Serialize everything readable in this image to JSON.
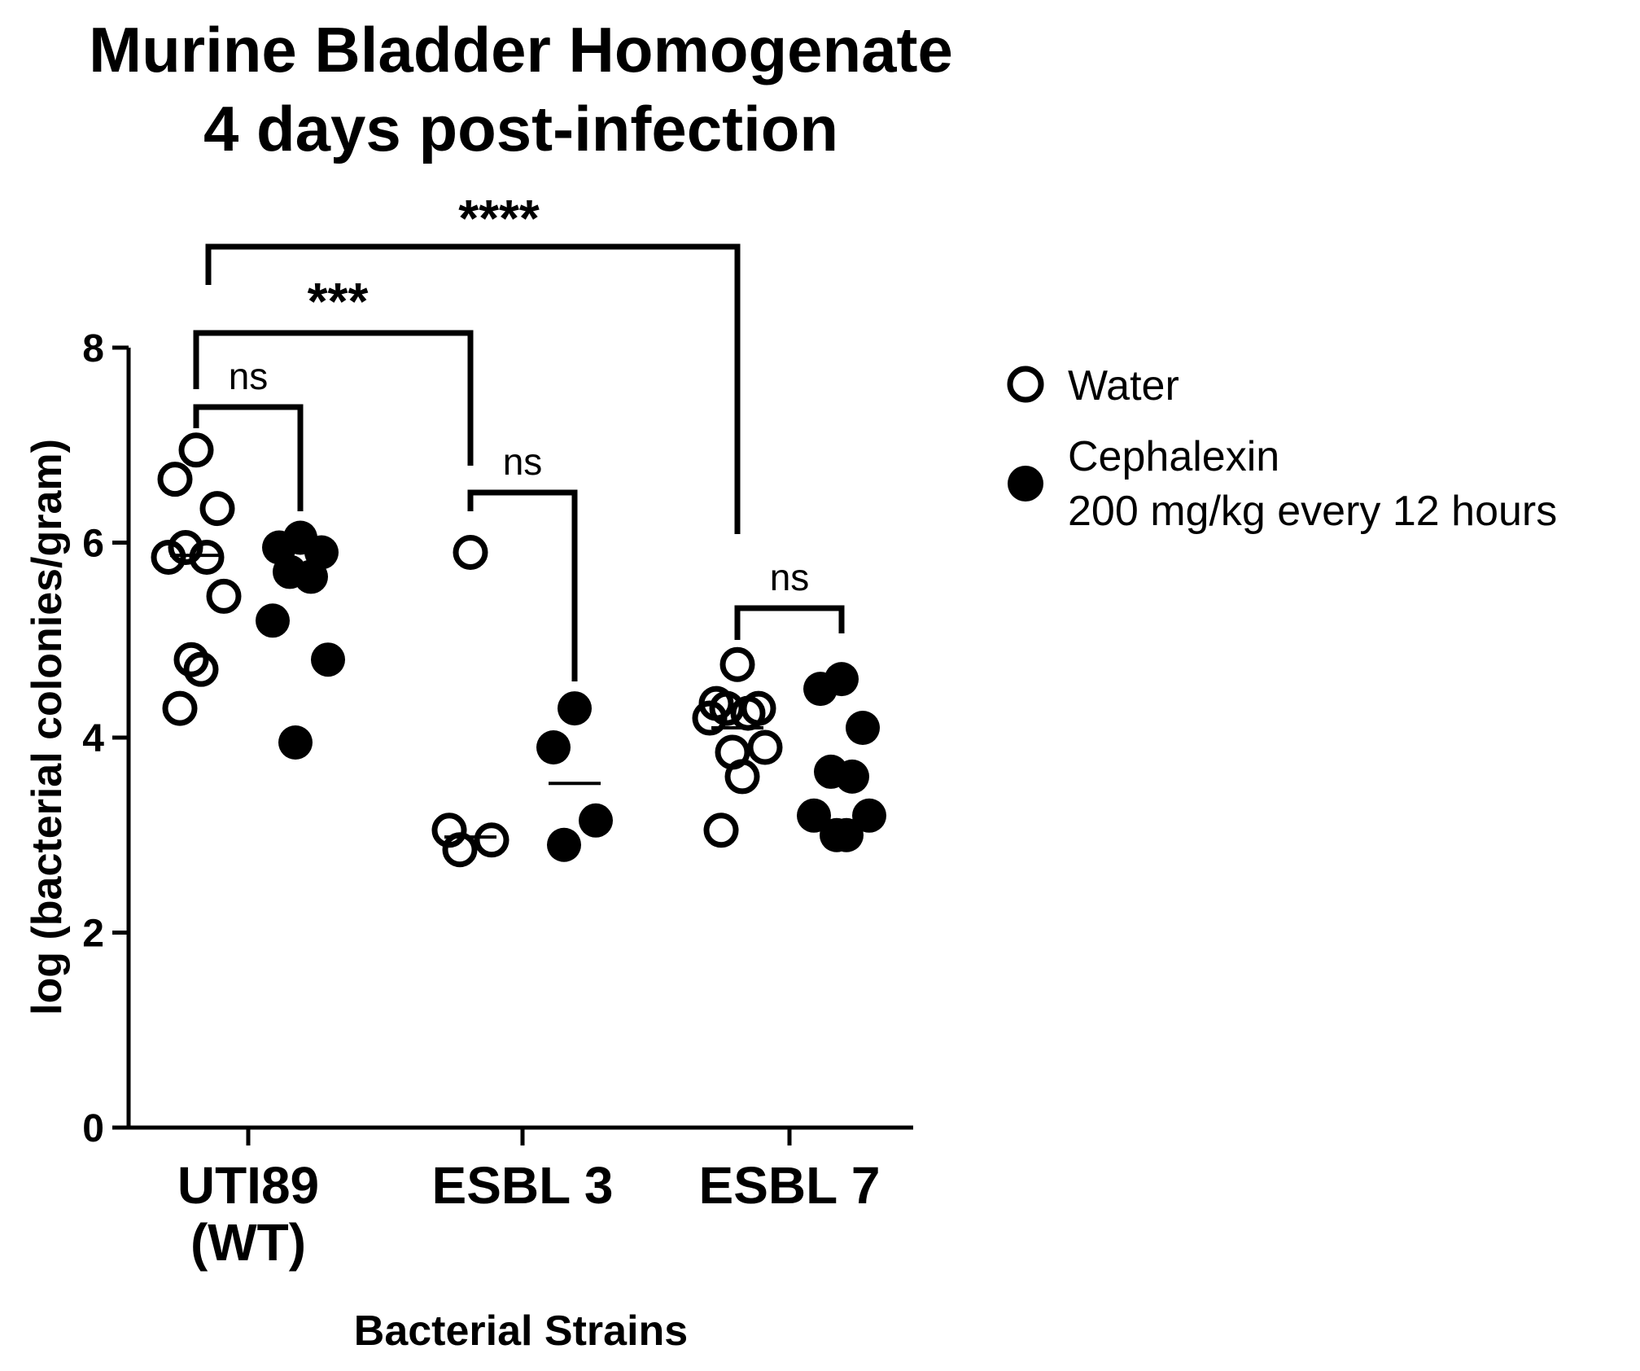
{
  "chart_data": {
    "type": "scatter",
    "title": [
      "Murine Bladder Homogenate",
      "4 days post-infection"
    ],
    "xlabel": "Bacterial Strains",
    "ylabel": "log  (bacterial colonies/gram)",
    "ylim": [
      0,
      8
    ],
    "yticks": [
      0,
      2,
      4,
      6,
      8
    ],
    "ytick_labels": [
      "0",
      "2",
      "4",
      "6",
      "8"
    ],
    "categories": [
      {
        "lines": [
          "UTI89",
          "(WT)"
        ]
      },
      {
        "lines": [
          "ESBL 3"
        ]
      },
      {
        "lines": [
          "ESBL 7"
        ]
      }
    ],
    "series": [
      {
        "name": "Water",
        "marker": "open-circle",
        "groups": [
          {
            "category": 0,
            "values": [
              6.95,
              6.65,
              6.35,
              5.95,
              5.85,
              5.85,
              5.45,
              4.8,
              4.7,
              4.3
            ],
            "mean": 5.87
          },
          {
            "category": 1,
            "values": [
              5.9,
              3.05,
              2.95,
              2.85
            ],
            "mean": 2.98
          },
          {
            "category": 2,
            "values": [
              4.75,
              4.35,
              4.3,
              4.3,
              4.25,
              4.2,
              3.9,
              3.85,
              3.6,
              3.05
            ],
            "mean": 4.1
          }
        ]
      },
      {
        "name": "Cephalexin",
        "name_line2": "200 mg/kg every 12 hours",
        "marker": "filled-circle",
        "groups": [
          {
            "category": 0,
            "values": [
              6.05,
              5.95,
              5.9,
              5.7,
              5.65,
              5.2,
              4.8,
              3.95
            ],
            "mean": 5.68
          },
          {
            "category": 1,
            "values": [
              4.3,
              3.9,
              3.15,
              2.9
            ],
            "mean": 3.53
          },
          {
            "category": 2,
            "values": [
              4.6,
              4.5,
              4.1,
              3.65,
              3.6,
              3.2,
              3.2,
              3.0,
              3.0
            ],
            "mean": 3.66
          }
        ]
      }
    ],
    "legend_placement": "right",
    "grid": false,
    "significance": [
      {
        "label": "ns",
        "from": "UTI89 Water",
        "to": "UTI89 Cephalexin"
      },
      {
        "label": "ns",
        "from": "ESBL 3 Water",
        "to": "ESBL 3 Cephalexin"
      },
      {
        "label": "ns",
        "from": "ESBL 7 Water",
        "to": "ESBL 7 Cephalexin"
      },
      {
        "label": "***",
        "from": "UTI89 Water",
        "to": "ESBL 3 Water"
      },
      {
        "label": "****",
        "from": "UTI89 Water",
        "to": "ESBL 7 Water"
      }
    ]
  }
}
